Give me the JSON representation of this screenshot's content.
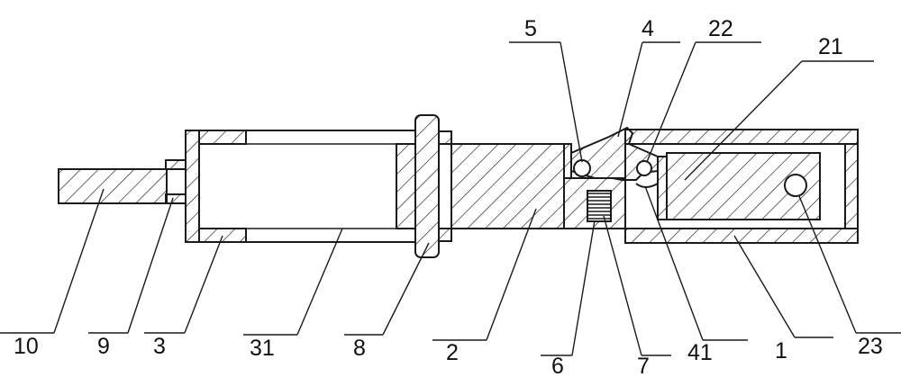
{
  "diagram": {
    "labels": {
      "l10": "10",
      "l9": "9",
      "l3": "3",
      "l31": "31",
      "l8": "8",
      "l2": "2",
      "l6": "6",
      "l7": "7",
      "l41": "41",
      "l1": "1",
      "l23": "23",
      "l5": "5",
      "l4": "4",
      "l22": "22",
      "l21": "21"
    }
  },
  "colors": {
    "line": "#1a1a1a",
    "background": "#ffffff"
  }
}
